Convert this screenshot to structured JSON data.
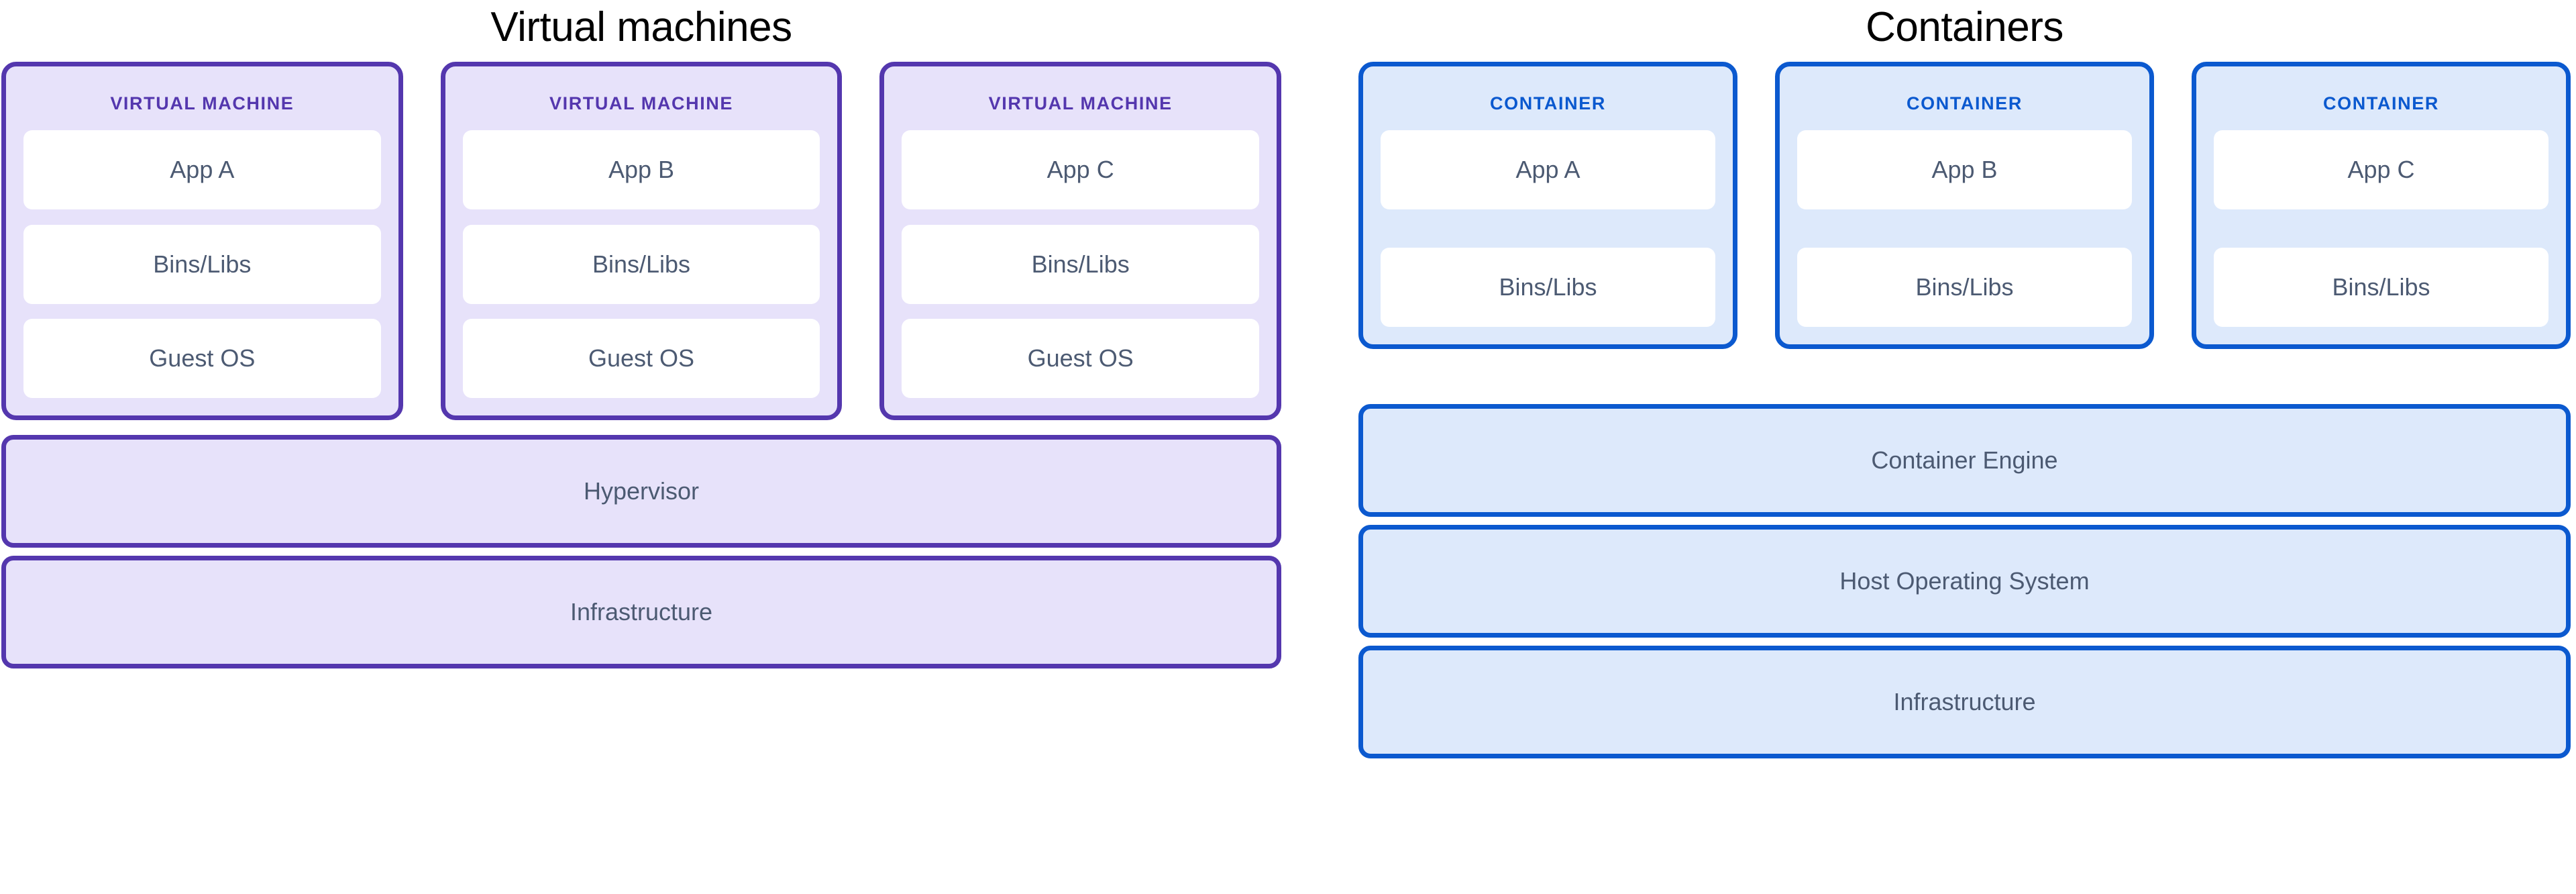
{
  "columns": [
    {
      "key": "virtual-machines",
      "title": "Virtual machines",
      "accent_border": "#5437ae",
      "accent_fill": "#e7e2fa",
      "unit_label": "VIRTUAL MACHINE",
      "units": [
        {
          "label": "VIRTUAL MACHINE",
          "layers": [
            "App A",
            "Bins/Libs",
            "Guest OS"
          ]
        },
        {
          "label": "VIRTUAL MACHINE",
          "layers": [
            "App B",
            "Bins/Libs",
            "Guest OS"
          ]
        },
        {
          "label": "VIRTUAL MACHINE",
          "layers": [
            "App C",
            "Bins/Libs",
            "Guest OS"
          ]
        }
      ],
      "bars": [
        "Hypervisor",
        "Infrastructure"
      ]
    },
    {
      "key": "containers",
      "title": "Containers",
      "accent_border": "#0b59cf",
      "accent_fill": "#dde9fb",
      "unit_label": "CONTAINER",
      "units": [
        {
          "label": "CONTAINER",
          "layers": [
            "App A",
            "Bins/Libs"
          ]
        },
        {
          "label": "CONTAINER",
          "layers": [
            "App B",
            "Bins/Libs"
          ]
        },
        {
          "label": "CONTAINER",
          "layers": [
            "App C",
            "Bins/Libs"
          ]
        }
      ],
      "bars": [
        "Container Engine",
        "Host Operating System",
        "Infrastructure"
      ]
    }
  ],
  "text_color": "#4c5a72",
  "inner_box_fill": "#ffffff",
  "page_background": "#ffffff",
  "title_color": "#000000"
}
